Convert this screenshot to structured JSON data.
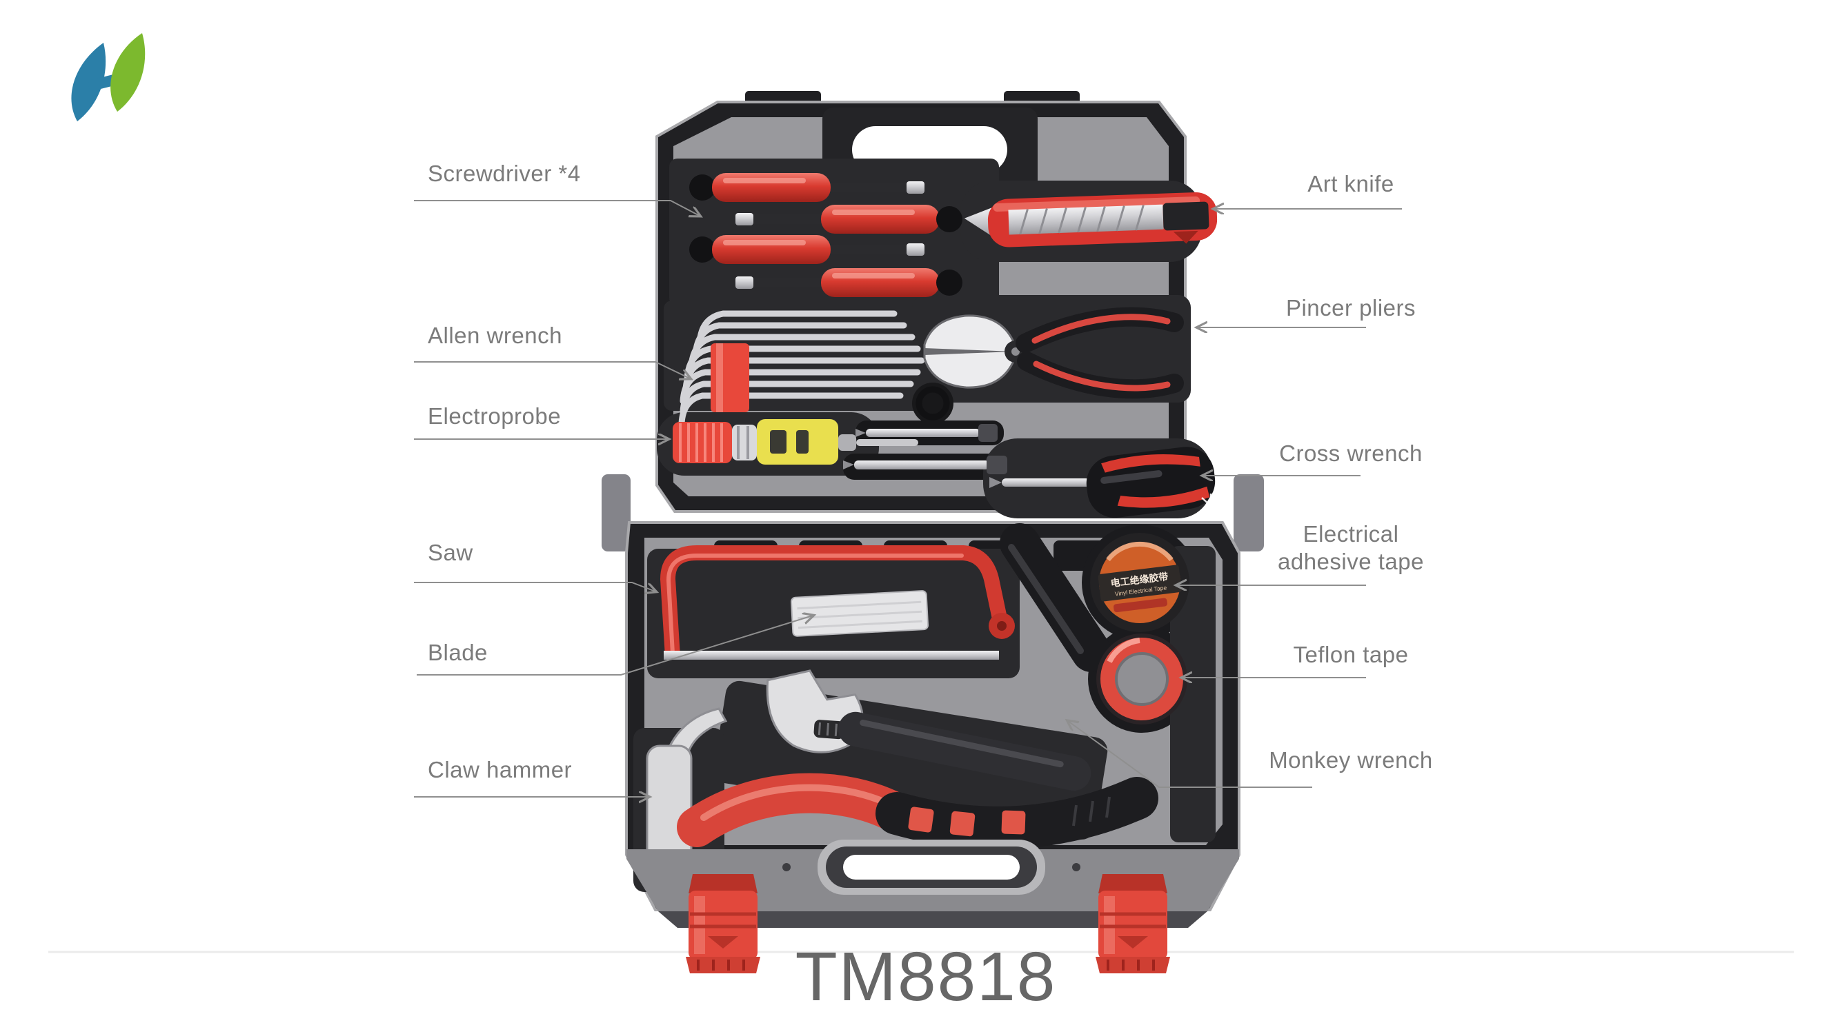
{
  "product": {
    "model": "TM8818"
  },
  "logo": {
    "name": "two-leaf-h-logo",
    "colors": {
      "blue": "#2b7fa8",
      "green": "#7cb92e"
    }
  },
  "callouts": {
    "left": [
      {
        "label": "Screwdriver *4"
      },
      {
        "label": "Allen wrench"
      },
      {
        "label": "Electroprobe"
      },
      {
        "label": "Saw"
      },
      {
        "label": "Blade"
      },
      {
        "label": "Claw hammer"
      }
    ],
    "right": [
      {
        "label": "Art knife"
      },
      {
        "label": "Pincer pliers"
      },
      {
        "label": "Cross wrench"
      },
      {
        "label": "Electrical adhesive tape"
      },
      {
        "label": "Teflon tape"
      },
      {
        "label": "Monkey wrench"
      }
    ]
  },
  "toolbox": {
    "tape": {
      "line1": "电工绝缘胶带",
      "line2": "Vinyl Electrical Tape"
    }
  },
  "colors": {
    "label_gray": "#7b7b7b",
    "leader_line": "#8f8f8f",
    "case_shell": "#212124",
    "case_tray": "#99999d",
    "accent_red": "#e2483c",
    "model_text": "#676767"
  }
}
